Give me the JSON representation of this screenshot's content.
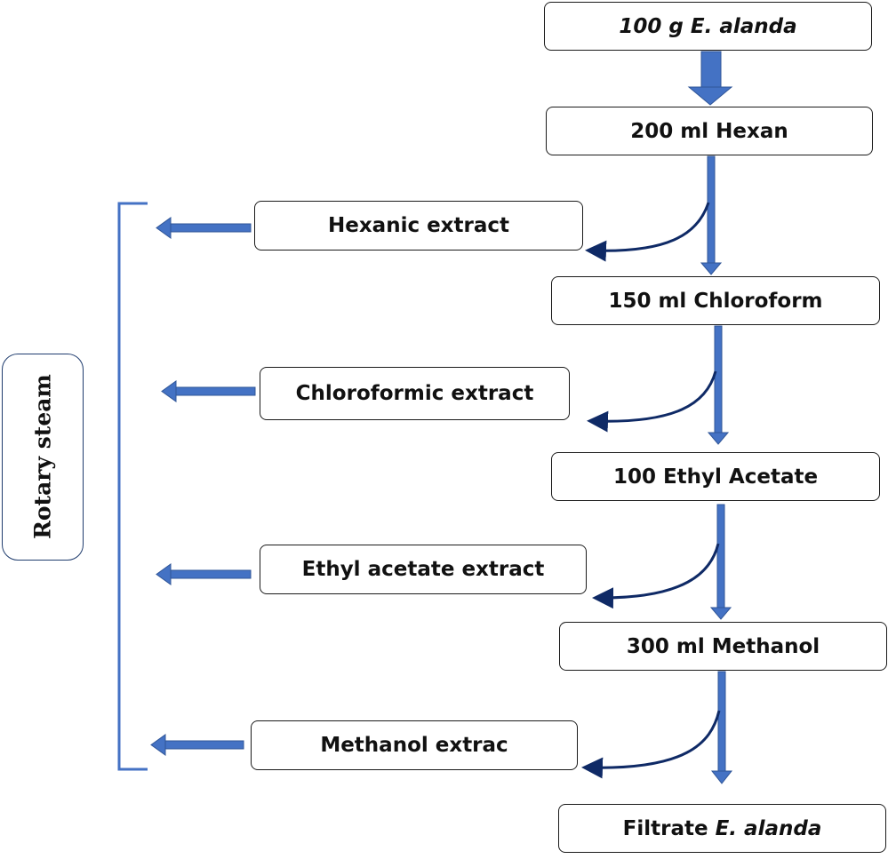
{
  "colors": {
    "arrow_fill": "#4472c4",
    "arrow_dark": "#1f3c6e",
    "curve": "#0f2a66",
    "box_border": "#1a1a1a"
  },
  "sidebar": {
    "label": "Rotary steam"
  },
  "steps": {
    "start": {
      "text": "100 g E. alanda"
    },
    "hexane": {
      "text": "200 ml Hexan"
    },
    "chloroform": {
      "text": "150 ml Chloroform"
    },
    "ethyl_acetate": {
      "text": "100 Ethyl Acetate"
    },
    "methanol": {
      "text": "300 ml Methanol"
    },
    "filtrate": {
      "prefix": "Filtrate ",
      "species": "E. alanda"
    }
  },
  "extracts": {
    "hexanic": {
      "text": "Hexanic extract"
    },
    "chloroformic": {
      "text": "Chloroformic extract"
    },
    "ethyl_acetate": {
      "text": "Ethyl acetate extract"
    },
    "methanol": {
      "text": "Methanol extrac"
    }
  }
}
